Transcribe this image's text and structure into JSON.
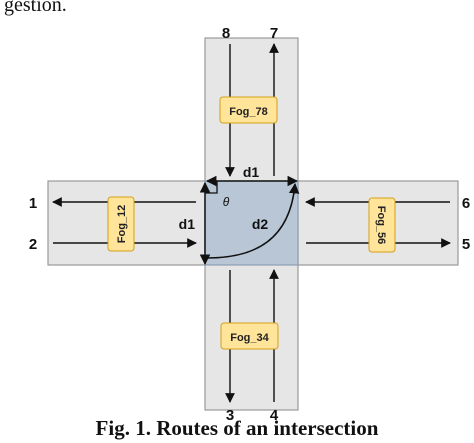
{
  "header_fragment": "gestion.",
  "caption": "Fig. 1. Routes of an intersection",
  "routes": {
    "r1": "1",
    "r2": "2",
    "r3": "3",
    "r4": "4",
    "r5": "5",
    "r6": "6",
    "r7": "7",
    "r8": "8"
  },
  "fog_nodes": {
    "fog12": "Fog_12",
    "fog34": "Fog_34",
    "fog56": "Fog_56",
    "fog78": "Fog_78"
  },
  "distances": {
    "d1_top": "d1",
    "d1_left": "d1",
    "d2": "d2"
  },
  "angle_label": "θ",
  "colors": {
    "road": "#e6e6e6",
    "road_border": "#9a9a9a",
    "intersection": "#b8c6d6",
    "fog_fill": "#ffe49a",
    "fog_border": "#d4a017",
    "arrow": "#111111"
  }
}
